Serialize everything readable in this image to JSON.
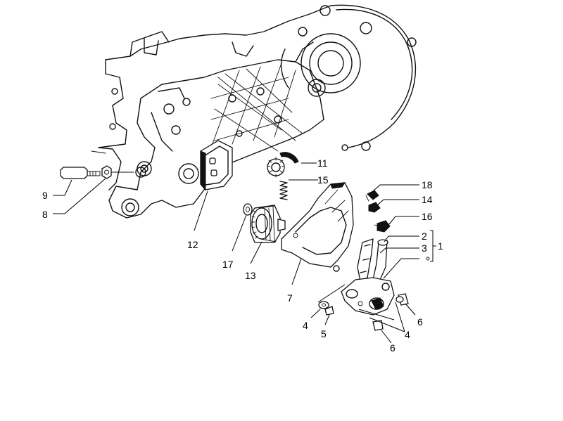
{
  "callouts": [
    {
      "id": "c9",
      "text": "9"
    },
    {
      "id": "c8",
      "text": "8"
    },
    {
      "id": "c11",
      "text": "11"
    },
    {
      "id": "c15",
      "text": "15"
    },
    {
      "id": "c12",
      "text": "12"
    },
    {
      "id": "c17",
      "text": "17"
    },
    {
      "id": "c13",
      "text": "13"
    },
    {
      "id": "c7",
      "text": "7"
    },
    {
      "id": "c18",
      "text": "18"
    },
    {
      "id": "c14",
      "text": "14"
    },
    {
      "id": "c16",
      "text": "16"
    },
    {
      "id": "c2",
      "text": "2"
    },
    {
      "id": "c3",
      "text": "3"
    },
    {
      "id": "c1",
      "text": "1"
    },
    {
      "id": "c4a",
      "text": "4"
    },
    {
      "id": "c5",
      "text": "5"
    },
    {
      "id": "c4b",
      "text": "4"
    },
    {
      "id": "c6a",
      "text": "6"
    },
    {
      "id": "c6b",
      "text": "6"
    }
  ]
}
